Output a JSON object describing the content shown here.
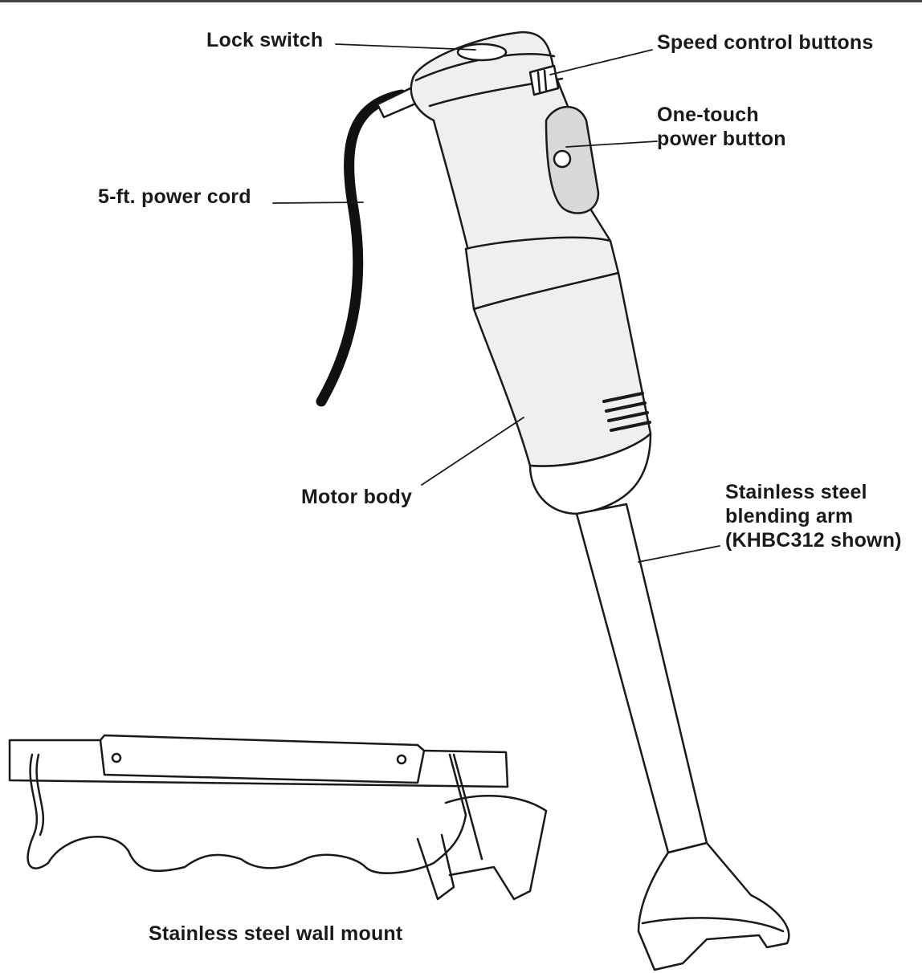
{
  "callouts": {
    "lock_switch": "Lock switch",
    "speed_buttons": "Speed control buttons",
    "power_button": [
      "One-touch",
      "power button"
    ],
    "power_cord": "5-ft. power cord",
    "motor_body": "Motor body",
    "blending_arm": [
      "Stainless steel",
      "blending arm",
      "(KHBC312 shown)"
    ],
    "wall_mount": "Stainless steel wall mount"
  },
  "colors": {
    "line": "#1a1a1a",
    "fill_light": "#efefef",
    "fill_mid": "#d8d8d8",
    "cord": "#111111"
  }
}
